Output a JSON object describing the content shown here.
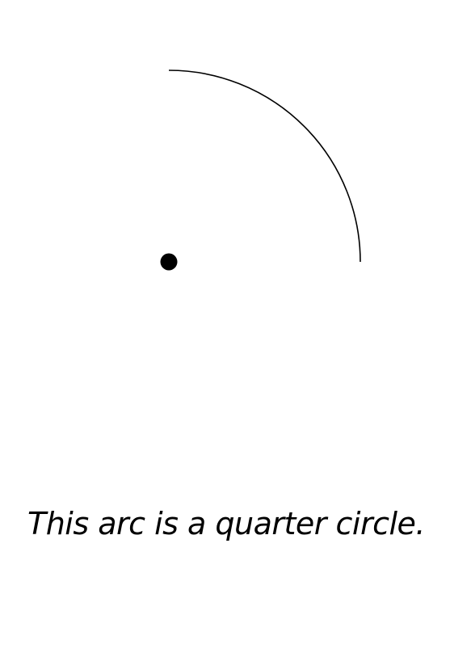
{
  "diagram": {
    "caption": "This arc is a quarter circle.",
    "shapes": {
      "arc": {
        "kind": "quarter-circle-arc",
        "color": "#000000"
      },
      "center_point": {
        "kind": "filled-dot",
        "color": "#000000"
      }
    }
  }
}
